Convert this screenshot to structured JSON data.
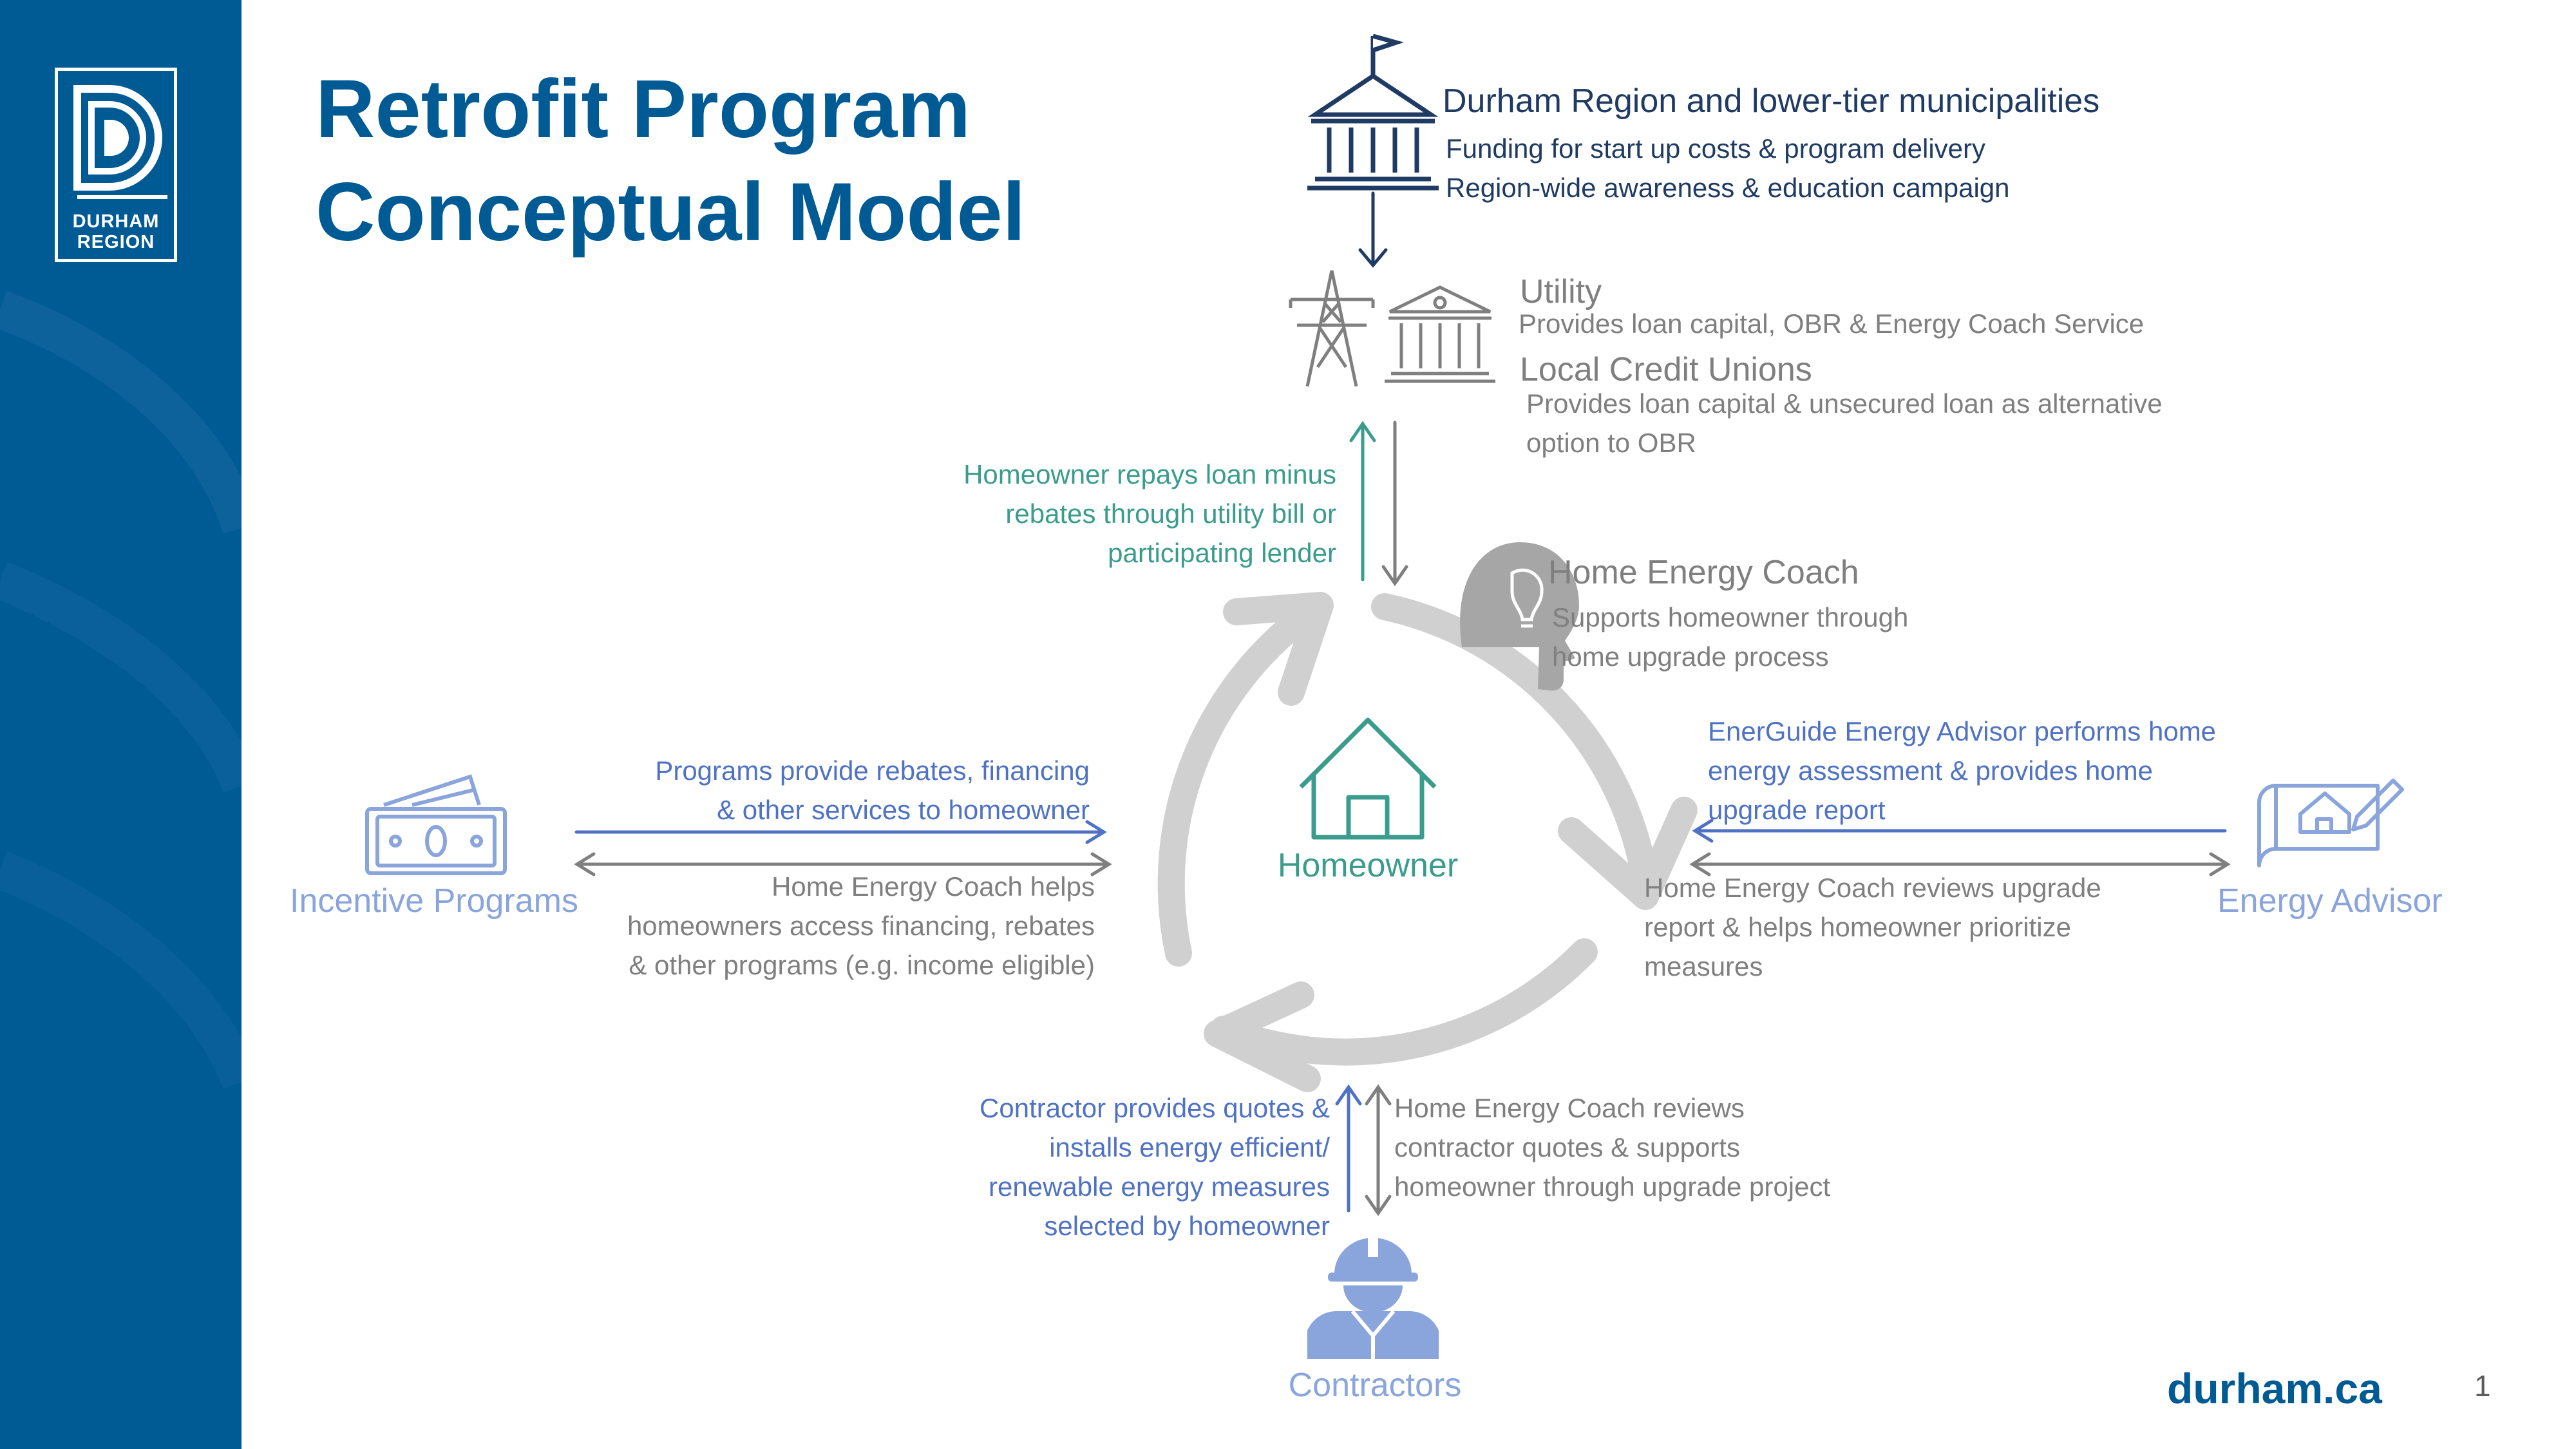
{
  "slide": {
    "title_lines": [
      "Retrofit Program",
      "Conceptual Model"
    ],
    "logo_lines": [
      "DURHAM",
      "REGION"
    ],
    "footer_url": "durham.ca",
    "page_number": "1"
  },
  "municipal": {
    "heading": "Durham Region and lower-tier municipalities",
    "lines": [
      "Funding for start up costs & program delivery",
      "Region-wide awareness & education campaign"
    ]
  },
  "utility": {
    "heading": "Utility",
    "description": "Provides loan capital, OBR & Energy Coach Service"
  },
  "credit_unions": {
    "heading": "Local Credit Unions",
    "lines": [
      "Provides loan capital & unsecured loan as alternative",
      "option to OBR"
    ]
  },
  "repay": {
    "lines": [
      "Homeowner repays loan minus",
      "rebates through utility bill or",
      "participating lender"
    ]
  },
  "coach": {
    "heading": "Home Energy Coach",
    "lines": [
      "Supports homeowner through",
      "home upgrade process"
    ]
  },
  "center": {
    "label": "Homeowner"
  },
  "incentive": {
    "label": "Incentive Programs",
    "provide_lines": [
      "Programs provide rebates, financing",
      "& other services to homeowner"
    ],
    "help_lines": [
      "Home Energy Coach helps",
      "homeowners access financing, rebates",
      "& other programs (e.g. income eligible)"
    ]
  },
  "advisor": {
    "label": "Energy Advisor",
    "perform_lines": [
      "EnerGuide Energy Advisor performs home",
      "energy assessment & provides home",
      "upgrade report"
    ],
    "review_lines": [
      "Home Energy Coach reviews upgrade",
      "report & helps homeowner prioritize",
      "measures"
    ]
  },
  "contractor": {
    "label": "Contractors",
    "provide_lines": [
      "Contractor provides quotes &",
      "installs energy efficient/",
      "renewable energy measures",
      "selected by homeowner"
    ],
    "review_lines": [
      "Home Energy Coach reviews",
      "contractor quotes & supports",
      "homeowner through upgrade project"
    ]
  },
  "icons": [
    "bank-icon",
    "power-tower-icon",
    "building-icon",
    "head-lightbulb-icon",
    "house-icon",
    "money-icon",
    "blueprint-icon",
    "worker-icon"
  ],
  "colors": {
    "brand": "#005a94",
    "gray_text": "#7f7f7f",
    "teal": "#3a9c8c",
    "blue": "#4f72c4",
    "light_blue": "#8aa4dc",
    "cycle_arrow": "#d0d0d0"
  }
}
